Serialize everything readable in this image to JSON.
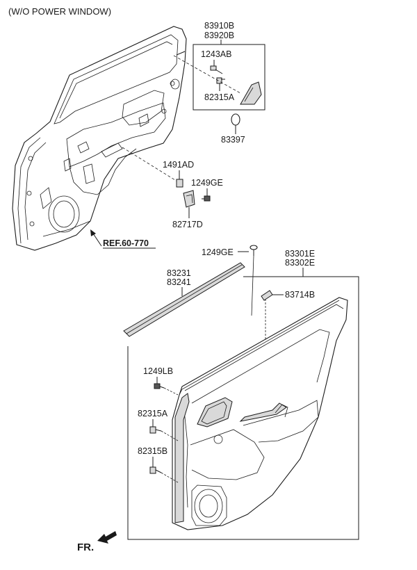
{
  "title": "(W/O POWER WINDOW)",
  "labels": {
    "l83910b": "83910B",
    "l83920b": "83920B",
    "l1243ab": "1243AB",
    "l82315a_top": "82315A",
    "l83397": "83397",
    "l1491ad": "1491AD",
    "l1249ge_mid": "1249GE",
    "l82717d": "82717D",
    "ref": "REF.60-770",
    "l1249ge_low": "1249GE",
    "l83301e": "83301E",
    "l83302e": "83302E",
    "l83231": "83231",
    "l83241": "83241",
    "l83714b": "83714B",
    "l1249lb": "1249LB",
    "l82315a_low": "82315A",
    "l82315b": "82315B",
    "fr": "FR."
  }
}
